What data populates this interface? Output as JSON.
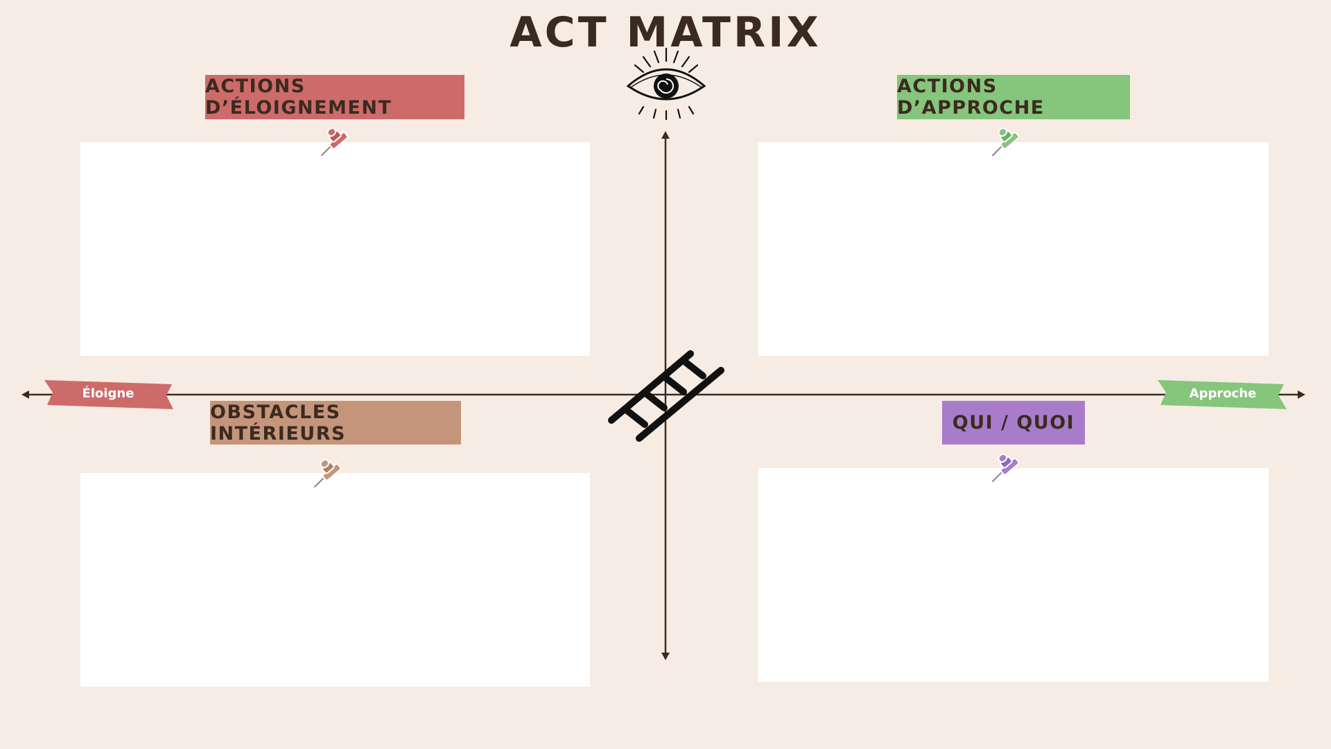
{
  "title": "ACT MATRIX",
  "colors": {
    "background": "#f6ece3",
    "red": "#cd6b6b",
    "green": "#86c57c",
    "brown": "#c4957b",
    "purple": "#a87ccb",
    "ink": "#3b2a1f"
  },
  "quadrants": {
    "top_left": {
      "label": "ACTIONS D’ÉLOIGNEMENT",
      "pin": "red-pushpin-icon"
    },
    "top_right": {
      "label": "ACTIONS D’APPROCHE",
      "pin": "green-pushpin-icon"
    },
    "bottom_left": {
      "label": "OBSTACLES INTÉRIEURS",
      "pin": "brown-pushpin-icon"
    },
    "bottom_right": {
      "label": "QUI / QUOI",
      "pin": "purple-pushpin-icon"
    }
  },
  "axis": {
    "left_banner": "Éloigne",
    "right_banner": "Approche"
  },
  "icons": {
    "top": "eye-icon",
    "center": "ladder-icon"
  }
}
